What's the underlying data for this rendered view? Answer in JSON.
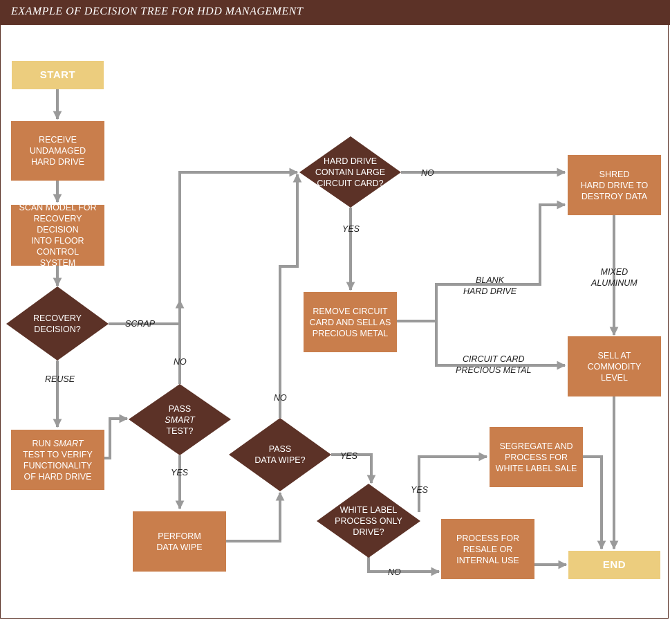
{
  "header": {
    "title": "EXAMPLE OF DECISION TREE FOR HDD MANAGEMENT"
  },
  "colors": {
    "header_bg": "#5c3227",
    "process_box": "#c97e4c",
    "decision_diamond": "#5c3227",
    "terminal": "#eccd7e",
    "connector": "#9a9a9a"
  },
  "nodes": {
    "start": "START",
    "end": "END",
    "receive": [
      "RECEIVE",
      "UNDAMAGED",
      "HARD DRIVE"
    ],
    "scan": [
      "SCAN MODEL FOR",
      "RECOVERY DECISION",
      "INTO FLOOR CONTROL",
      "SYSTEM"
    ],
    "recovery_decision": [
      "RECOVERY",
      "DECISION?"
    ],
    "run_smart": {
      "prefix": "RUN ",
      "smart": "SMART",
      "rest": [
        "TEST TO VERIFY",
        "FUNCTIONALITY",
        "OF HARD DRIVE"
      ]
    },
    "pass_smart": {
      "line1": "PASS",
      "smart": "SMART",
      "line3": "TEST?"
    },
    "perform_wipe": [
      "PERFORM",
      "DATA WIPE"
    ],
    "pass_wipe": [
      "PASS",
      "DATA WIPE?"
    ],
    "large_card": [
      "HARD DRIVE",
      "CONTAIN LARGE",
      "CIRCUIT CARD?"
    ],
    "remove_card": [
      "REMOVE CIRCUIT",
      "CARD AND SELL AS",
      "PRECIOUS METAL"
    ],
    "shred": [
      "SHRED",
      "HARD DRIVE TO",
      "DESTROY DATA"
    ],
    "sell_commodity": [
      "SELL AT",
      "COMMODITY",
      "LEVEL"
    ],
    "white_label_q": [
      "WHITE LABEL",
      "PROCESS ONLY",
      "DRIVE?"
    ],
    "segregate": [
      "SEGREGATE AND",
      "PROCESS FOR",
      "WHITE LABEL SALE"
    ],
    "resale": [
      "PROCESS FOR",
      "RESALE OR",
      "INTERNAL USE"
    ]
  },
  "labels": {
    "scrap": "SCRAP",
    "reuse": "REUSE",
    "no_smart": "NO",
    "yes_smart": "YES",
    "no_wipe": "NO",
    "yes_wipe": "YES",
    "no_card": "NO",
    "yes_card": "YES",
    "blank_drive": [
      "BLANK",
      "HARD DRIVE"
    ],
    "circuit_precious": [
      "CIRCUIT CARD",
      "PRECIOUS METAL"
    ],
    "mixed_aluminum": [
      "MIXED",
      "ALUMINUM"
    ],
    "yes_white": "YES",
    "no_white": "NO"
  }
}
